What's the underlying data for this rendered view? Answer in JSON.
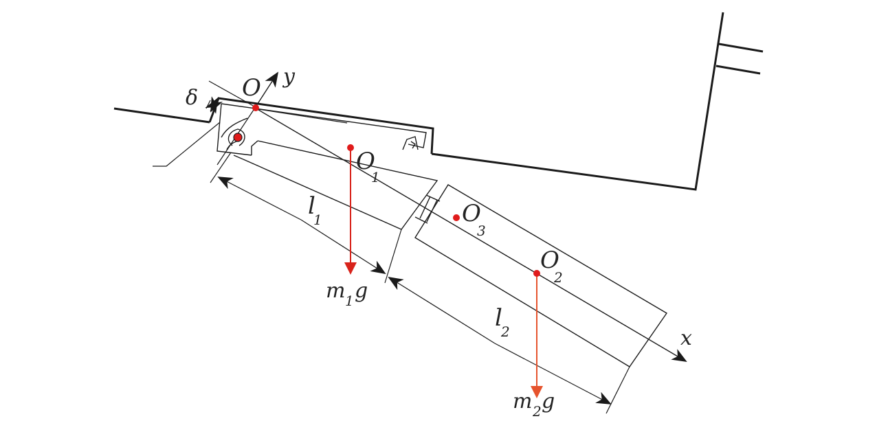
{
  "labels": {
    "origin": "O",
    "y_axis": "y",
    "x_axis": "x",
    "delta": "δ",
    "o1": "O",
    "o1_sub": "1",
    "o2": "O",
    "o2_sub": "2",
    "o3": "O",
    "o3_sub": "3",
    "l1": "l",
    "l1_sub": "1",
    "l2": "l",
    "l2_sub": "2",
    "m1g_m": "m",
    "m1g_sub": "1",
    "m1g_g": "g",
    "m2g_m": "m",
    "m2g_sub": "2",
    "m2g_g": "g"
  },
  "colors": {
    "line": "#1a1a1a",
    "point": "#e01b1b",
    "force1": "#d8231b",
    "force2": "#e6532d"
  }
}
